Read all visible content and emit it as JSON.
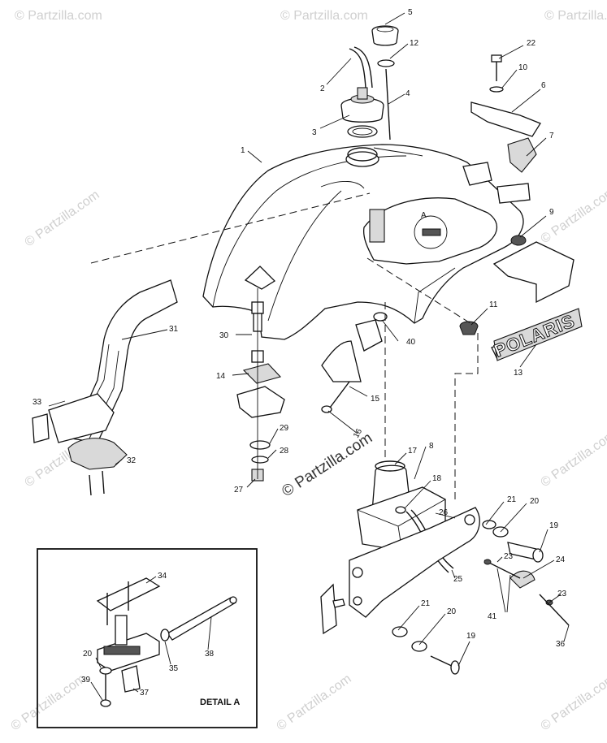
{
  "watermark": {
    "text": "© Partzilla.com",
    "center_text": "© Partzilla.com"
  },
  "badge": {
    "text": "POLARIS"
  },
  "detail": {
    "title": "DETAIL A",
    "marker": "A"
  },
  "callouts": [
    "1",
    "2",
    "3",
    "4",
    "5",
    "6",
    "7",
    "8",
    "9",
    "10",
    "11",
    "12",
    "13",
    "14",
    "15",
    "16",
    "17",
    "18",
    "19",
    "20",
    "21",
    "22",
    "23",
    "24",
    "25",
    "26",
    "27",
    "28",
    "29",
    "30",
    "31",
    "32",
    "33",
    "34",
    "35",
    "36",
    "37",
    "38",
    "39",
    "40",
    "41"
  ],
  "callouts_extra": {
    "c19b": "19",
    "c20b": "20",
    "c20c": "20",
    "c21b": "21",
    "c23b": "23"
  }
}
